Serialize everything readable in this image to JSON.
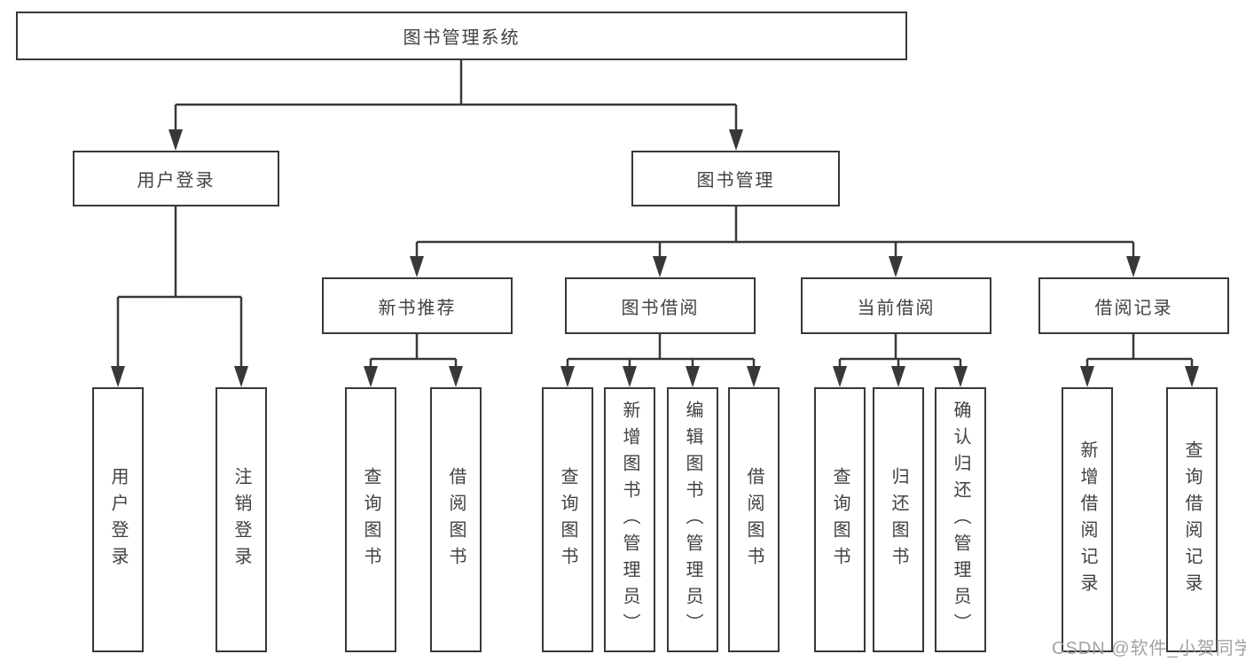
{
  "tree": {
    "label": "图书管理系统",
    "children": [
      {
        "label": "用户登录",
        "children": [
          {
            "label": "用户登录"
          },
          {
            "label": "注销登录"
          }
        ]
      },
      {
        "label": "图书管理",
        "children": [
          {
            "label": "新书推荐",
            "children": [
              {
                "label": "查询图书"
              },
              {
                "label": "借阅图书"
              }
            ]
          },
          {
            "label": "图书借阅",
            "children": [
              {
                "label": "查询图书"
              },
              {
                "label": "新增图书（管理员）"
              },
              {
                "label": "编辑图书（管理员）"
              },
              {
                "label": "借阅图书"
              }
            ]
          },
          {
            "label": "当前借阅",
            "children": [
              {
                "label": "查询图书"
              },
              {
                "label": "归还图书"
              },
              {
                "label": "确认归还（管理员）"
              }
            ]
          },
          {
            "label": "借阅记录",
            "children": [
              {
                "label": "新增借阅记录"
              },
              {
                "label": "查询借阅记录"
              }
            ]
          }
        ]
      }
    ]
  },
  "watermark": {
    "text": "CSDN @软件_小贺同学"
  },
  "colors": {
    "line": "#383838",
    "box_border": "#383838",
    "box_fill": "#ffffff",
    "text": "#414141",
    "watermark": "#9b9b9b",
    "background": "#ffffff"
  }
}
